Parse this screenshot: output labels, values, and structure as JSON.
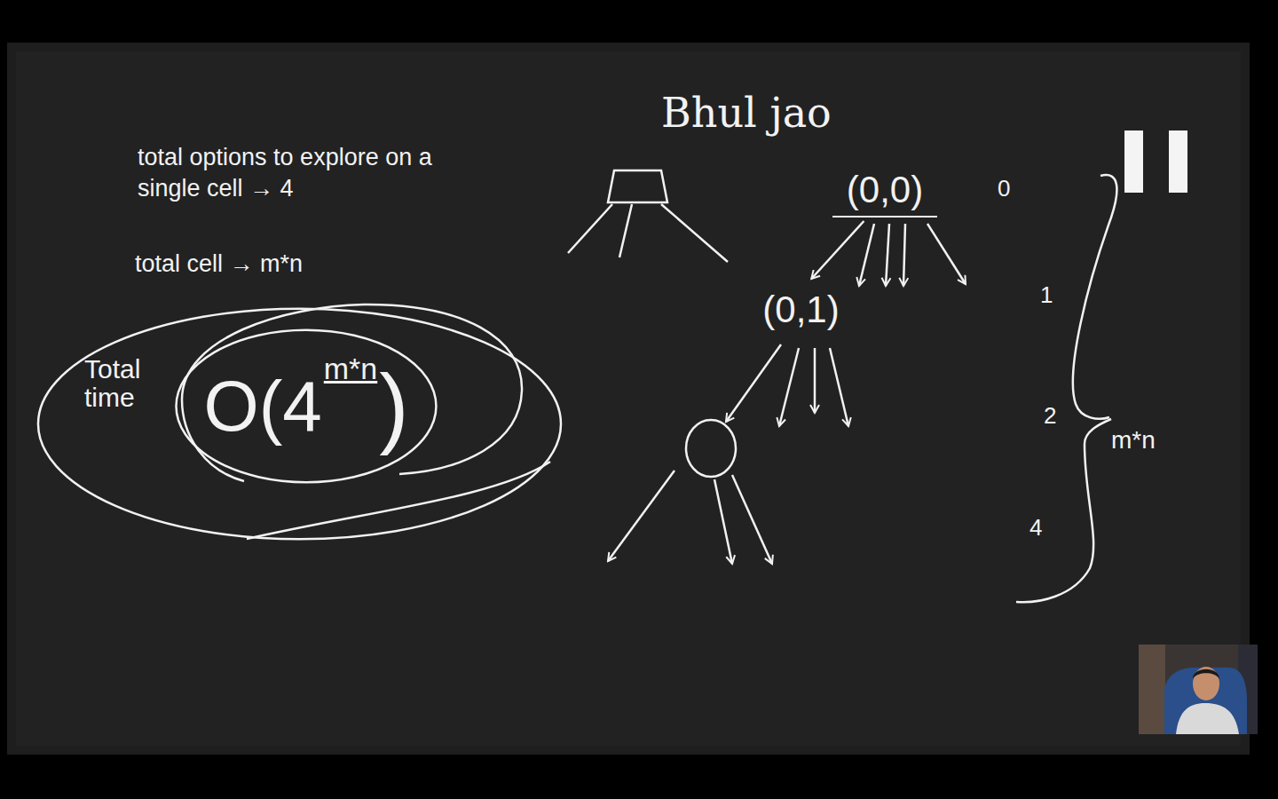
{
  "diagram": {
    "nodes": [
      {
        "text": [
          "Total time"
        ]
      },
      {
        "text": [
          "O(4",
          "m*n",
          ")"
        ],
        "in": 0
      },
      {
        "text": [
          "(0,0)"
        ]
      },
      {
        "text": [
          "(0,1)"
        ]
      }
    ],
    "edges": [
      {
        "from": 2,
        "to": 3,
        "arrow": "to"
      }
    ],
    "labels": [
      "total options to explore on a single cell → 4",
      "total cell → m*n",
      "Bhul jao",
      "0",
      "1",
      "2",
      "4",
      "m*n"
    ]
  }
}
